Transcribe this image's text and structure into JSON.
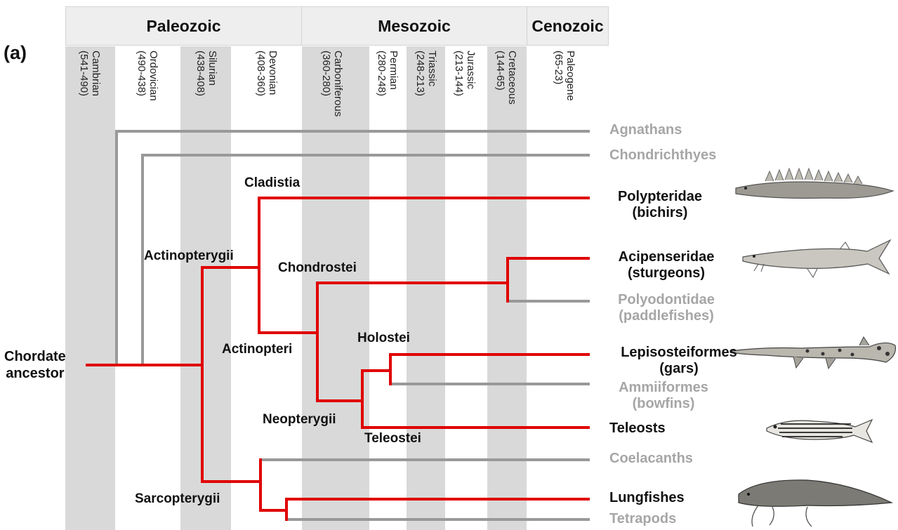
{
  "panel_label": "(a)",
  "eras": [
    {
      "label": "Paleozoic"
    },
    {
      "label": "Mesozoic"
    },
    {
      "label": "Cenozoic"
    }
  ],
  "periods": [
    {
      "name": "Cambrian",
      "range": "(541-490)"
    },
    {
      "name": "Ordovician",
      "range": "(490-438)"
    },
    {
      "name": "Silurian",
      "range": "(438-408)"
    },
    {
      "name": "Devonian",
      "range": "(408-360)"
    },
    {
      "name": "Carboniferous",
      "range": "(360-280)"
    },
    {
      "name": "Permian",
      "range": "(280-248)"
    },
    {
      "name": "Triassic",
      "range": "(248-213)"
    },
    {
      "name": "Jurassic",
      "range": "(213-144)"
    },
    {
      "name": "Cretaceous",
      "range": "(144-65)"
    },
    {
      "name": "Paleogene",
      "range": "(65-23)"
    }
  ],
  "root_label": "Chordate\nancestor",
  "taxa": [
    {
      "label": "Agnathans",
      "color": "#a6a6a6"
    },
    {
      "label": "Chondrichthyes",
      "color": "#a6a6a6"
    },
    {
      "label": "Polypteridae\n(bichirs)",
      "color": "#111111"
    },
    {
      "label": "Acipenseridae\n(sturgeons)",
      "color": "#111111"
    },
    {
      "label": "Polyodontidae\n(paddlefishes)",
      "color": "#a6a6a6"
    },
    {
      "label": "Lepisosteiformes\n(gars)",
      "color": "#111111"
    },
    {
      "label": "Ammiiformes\n(bowfins)",
      "color": "#a6a6a6"
    },
    {
      "label": "Teleosts",
      "color": "#111111"
    },
    {
      "label": "Coelacanths",
      "color": "#a6a6a6"
    },
    {
      "label": "Lungfishes",
      "color": "#111111"
    },
    {
      "label": "Tetrapods",
      "color": "#a6a6a6"
    }
  ],
  "clades": [
    {
      "label": "Cladistia"
    },
    {
      "label": "Actinopterygii"
    },
    {
      "label": "Chondrostei"
    },
    {
      "label": "Actinopteri"
    },
    {
      "label": "Holostei"
    },
    {
      "label": "Neopterygii"
    },
    {
      "label": "Teleostei"
    },
    {
      "label": "Sarcopterygii"
    }
  ],
  "colors": {
    "highlight_branch": "#e00000",
    "other_branch": "#999999",
    "period_shade": "#d9d9d9",
    "era_header": "#eeeeee"
  },
  "fish_illustrations": [
    "bichir-icon",
    "sturgeon-icon",
    "gar-icon",
    "zebrafish-icon",
    "lungfish-icon"
  ]
}
